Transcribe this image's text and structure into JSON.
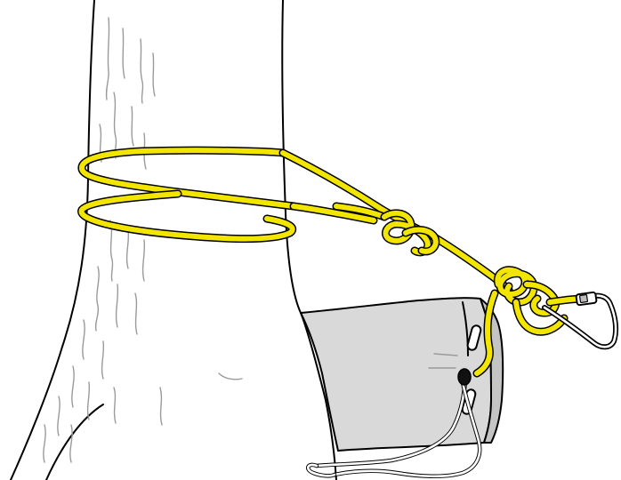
{
  "scene": {
    "colors": {
      "background": "#ffffff",
      "outline": "#000000",
      "rope": "#f2e600",
      "bag": "#d9d9d9",
      "bag_shadow": "#c4c4c4",
      "bark_marks": "#9a9a9a",
      "cord": "#ffffff",
      "cord_lock": "#111111"
    },
    "objects": [
      {
        "name": "tree-trunk",
        "icon": "tree-trunk"
      },
      {
        "name": "yellow-rope",
        "icon": "rope"
      },
      {
        "name": "rope-knot",
        "icon": "knot"
      },
      {
        "name": "figure-eight-knot",
        "icon": "knot"
      },
      {
        "name": "carabiner",
        "icon": "carabiner"
      },
      {
        "name": "tree-protector-sleeve",
        "icon": "fabric-sleeve"
      },
      {
        "name": "drawcord",
        "icon": "cord"
      },
      {
        "name": "cord-lock",
        "icon": "cord-lock"
      }
    ]
  }
}
